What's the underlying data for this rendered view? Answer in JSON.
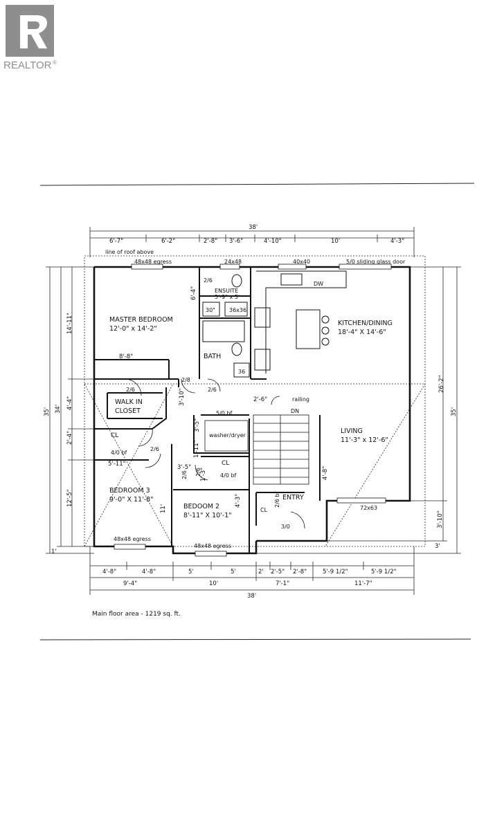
{
  "watermark": {
    "text": "REALTOR",
    "registered": "®"
  },
  "colors": {
    "logo": "#8e8e8e",
    "ink": "#111111",
    "paper": "#ffffff"
  },
  "plan": {
    "overall_width_top": "38'",
    "overall_width_bottom": "38'",
    "roof_note": "line of roof above",
    "top_dims": [
      "6'-7\"",
      "6'-2\"",
      "2'-8\"",
      "3'-6\"",
      "4'-10\"",
      "10'",
      "4'-3\""
    ],
    "windows_top": [
      "48x48 egress",
      "24x48",
      "40x40",
      "5/0 sliding glass door"
    ],
    "rooms": {
      "master": {
        "name": "MASTER BEDROOM",
        "size": "12'-0\" x 14'-2\""
      },
      "ensuite": {
        "name": "ENSUITE",
        "size": "5'-9\" x 5'"
      },
      "shower_ensuite": "36x36",
      "tub_ensuite": "30\"",
      "bath": "BATH",
      "bath_shower": "36",
      "kitchen": {
        "name": "KITCHEN/DINING",
        "size": "18'-4\" X 14'-6\""
      },
      "dw": "DW",
      "walk_in": {
        "line1": "WALK IN",
        "line2": "CLOSET"
      },
      "cl_label": "CL",
      "bedroom3": {
        "name": "BEDROOM 3",
        "size": "9'-0\" X 11'-8\""
      },
      "bedroom2": {
        "name": "BEDOOM 2",
        "size": "8'-11\" X 10'-1\""
      },
      "laundry": "washer/dryer",
      "living": {
        "name": "LIVING",
        "size": "11'-3\" x 12'-6\""
      },
      "entry": "ENTRY",
      "railing": "railing",
      "dn": "DN"
    },
    "doors": {
      "ensuite_door": "2/6",
      "master_door": "2/8",
      "bath_door": "2/6",
      "closet_door": "2/6",
      "hall_door": "2/6",
      "bed3_door": "2/6",
      "bed2_door": "2/6",
      "entry_cl_door": "2/6 bf",
      "entry_door": "3/0",
      "laundry_bf": "5/0 bf",
      "bed3_cl_bf": "4/0 bf",
      "bed2_cl_bf": "4/0 bf"
    },
    "inner_dims": {
      "ensuite_depth": "6'-4\"",
      "master_wall": "8'-8\"",
      "closet_depth": "3'-10\"",
      "stair_offset": "2'-6\"",
      "laundry_depth": "3'-5\"",
      "bed3_cl_width": "5'-11\"",
      "hall_a": "1'-11\"",
      "hall_b": "3'-5\"",
      "hall_c": "1'-3\"",
      "bed2_cl": "4'-3\"",
      "bed3_wall": "11'",
      "entry_wall": "4'-8\""
    },
    "left_dims": [
      "35'",
      "34'",
      "14'-11\"",
      "4'-4\"",
      "2'-4\"",
      "12'-5\"",
      "1'"
    ],
    "right_dims": [
      "35'",
      "26'-2\"",
      "3'-10\"",
      "3'"
    ],
    "windows_bottom": [
      "48x48 egress",
      "48x48 egress",
      "72x63"
    ],
    "bottom_dims_1": [
      "4'-8\"",
      "4'-8\"",
      "5'",
      "5'",
      "2'",
      "2'-5\"",
      "2'-8\"",
      "5'-9 1/2\"",
      "5'-9 1/2\""
    ],
    "bottom_dims_2": [
      "9'-4\"",
      "10'",
      "7'-1\"",
      "11'-7\""
    ],
    "caption": "Main floor area - 1219 sq. ft."
  }
}
